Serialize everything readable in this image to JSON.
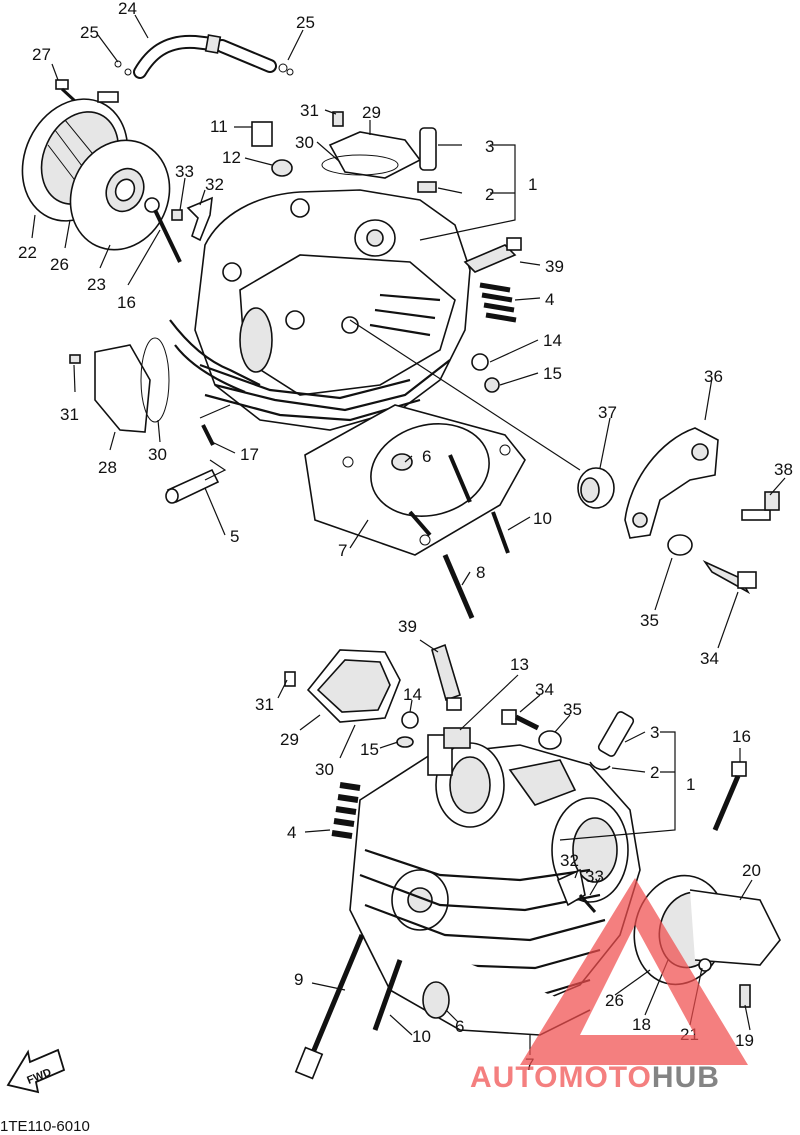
{
  "diagram_code": "1TE110-6010",
  "fwd_label": "FWD",
  "watermark": {
    "text_accent": "AUTOMOTO",
    "text_dark": "HUB",
    "accent_color": "#f04e4e",
    "dark_color": "#555555"
  },
  "top_view_labels": {
    "c24": "24",
    "c25a": "25",
    "c25b": "25",
    "c27": "27",
    "c31a": "31",
    "c29a": "29",
    "c30a": "30",
    "c3a": "3",
    "c2a": "2",
    "c1a": "1",
    "c11": "11",
    "c12": "12",
    "c33a": "33",
    "c32a": "32",
    "c39a": "39",
    "c4a": "4",
    "c22": "22",
    "c26a": "26",
    "c23": "23",
    "c16a": "16",
    "c14a": "14",
    "c15a": "15",
    "c31b": "31",
    "c30b": "30",
    "c28": "28",
    "c17": "17",
    "c6a": "6",
    "c36": "36",
    "c37": "37",
    "c38": "38",
    "c10a": "10",
    "c5": "5",
    "c7a": "7",
    "c8": "8",
    "c35a": "35",
    "c34a": "34"
  },
  "bottom_view_labels": {
    "c39b": "39",
    "c13": "13",
    "c31c": "31",
    "c14b": "14",
    "c34b": "34",
    "c35b": "35",
    "c29b": "29",
    "c15b": "15",
    "c3b": "3",
    "c30c": "30",
    "c2b": "2",
    "c16b": "16",
    "c1b": "1",
    "c4b": "4",
    "c32b": "32",
    "c33b": "33",
    "c20": "20",
    "c9": "9",
    "c26b": "26",
    "c18": "18",
    "c21": "21",
    "c19": "19",
    "c10b": "10",
    "c6b": "6",
    "c7b": "7"
  }
}
